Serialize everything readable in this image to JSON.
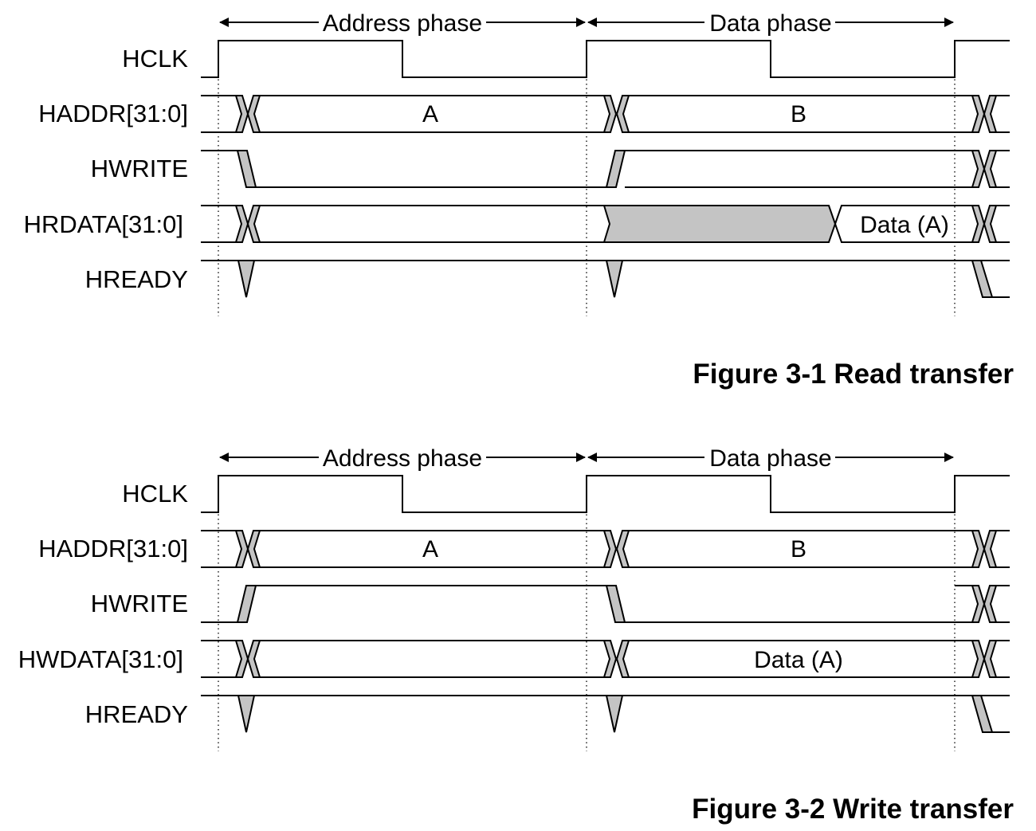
{
  "figures": [
    {
      "id": "read",
      "caption": "Figure 3-1 Read transfer",
      "phases": {
        "address": "Address phase",
        "data": "Data phase"
      },
      "signals": [
        {
          "label": "HCLK"
        },
        {
          "label": "HADDR[31:0]",
          "value_a": "A",
          "value_b": "B"
        },
        {
          "label": "HWRITE"
        },
        {
          "label": "HRDATA[31:0]",
          "value": "Data (A)"
        },
        {
          "label": "HREADY"
        }
      ]
    },
    {
      "id": "write",
      "caption": "Figure 3-2 Write transfer",
      "phases": {
        "address": "Address phase",
        "data": "Data phase"
      },
      "signals": [
        {
          "label": "HCLK"
        },
        {
          "label": "HADDR[31:0]",
          "value_a": "A",
          "value_b": "B"
        },
        {
          "label": "HWRITE"
        },
        {
          "label": "HWDATA[31:0]",
          "value": "Data (A)"
        },
        {
          "label": "HREADY"
        }
      ]
    }
  ],
  "colors": {
    "line": "#000000",
    "shade": "#c4c4c4",
    "background": "#ffffff"
  }
}
